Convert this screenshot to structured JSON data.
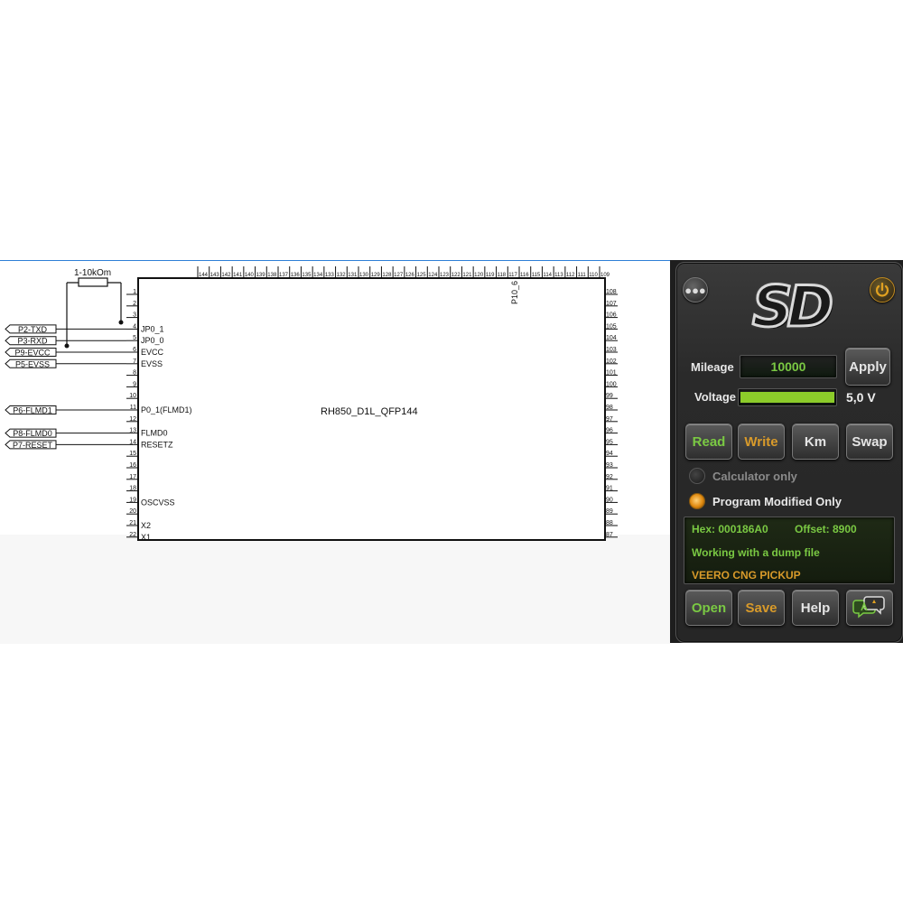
{
  "schematic": {
    "chip_name": "RH850_D1L_QFP144",
    "resistor_label": "1-10kOm",
    "top_pin_label": "P10_6",
    "connectors": [
      "P2-TXD",
      "P3-RXD",
      "P9-EVCC",
      "P5-EVSS",
      "P6-FLMD1",
      "P8-FLMD0",
      "P7-RESET"
    ],
    "left_pin_numbers": [
      "1",
      "2",
      "3",
      "4",
      "5",
      "6",
      "7",
      "8",
      "9",
      "10",
      "11",
      "12",
      "13",
      "14",
      "15",
      "16",
      "17",
      "18",
      "19",
      "20",
      "21",
      "22"
    ],
    "left_pin_names": [
      {
        "num": "4",
        "name": "JP0_1"
      },
      {
        "num": "5",
        "name": "JP0_0"
      },
      {
        "num": "6",
        "name": "EVCC"
      },
      {
        "num": "7",
        "name": "EVSS"
      },
      {
        "num": "11",
        "name": "P0_1(FLMD1)"
      },
      {
        "num": "13",
        "name": "FLMD0"
      },
      {
        "num": "14",
        "name": "RESETZ"
      },
      {
        "num": "19",
        "name": "OSCVSS"
      },
      {
        "num": "21",
        "name": "X2"
      },
      {
        "num": "22",
        "name": "X1"
      }
    ],
    "right_pin_numbers": [
      "108",
      "107",
      "106",
      "105",
      "104",
      "103",
      "102",
      "101",
      "100",
      "99",
      "98",
      "97",
      "96",
      "95",
      "94",
      "93",
      "92",
      "91",
      "90",
      "89",
      "88",
      "87"
    ],
    "top_pin_numbers": [
      "144",
      "143",
      "142",
      "141",
      "140",
      "139",
      "138",
      "137",
      "136",
      "135",
      "134",
      "133",
      "132",
      "131",
      "130",
      "129",
      "128",
      "127",
      "126",
      "125",
      "124",
      "123",
      "122",
      "121",
      "120",
      "119",
      "118",
      "117",
      "116",
      "115",
      "114",
      "113",
      "112",
      "111",
      "110",
      "109"
    ]
  },
  "panel": {
    "logo": "SD",
    "mileage_label": "Mileage",
    "mileage_value": "10000",
    "apply_label": "Apply",
    "voltage_label": "Voltage",
    "voltage_value": "5,0 V",
    "voltage_level": 1.0,
    "buttons_row1": {
      "read": "Read",
      "write": "Write",
      "km": "Km",
      "swap": "Swap"
    },
    "options": {
      "calculator_only": "Calculator only",
      "program_modified_only": "Program Modified Only",
      "selected": "program_modified_only"
    },
    "info": {
      "hex": "Hex: 000186A0",
      "offset": "Offset: 8900",
      "status": "Working with a dump file",
      "vehicle": "VEERO CNG PICKUP"
    },
    "buttons_row2": {
      "open": "Open",
      "save": "Save",
      "help": "Help"
    },
    "icons": {
      "chat": "chat-icon",
      "power": "power-icon",
      "language": "language-icon"
    },
    "colors": {
      "green": "#7ac943",
      "orange": "#d89a2a",
      "voltage_bar": "#8ccc2a",
      "accent_border": "#2f7fd6"
    }
  }
}
